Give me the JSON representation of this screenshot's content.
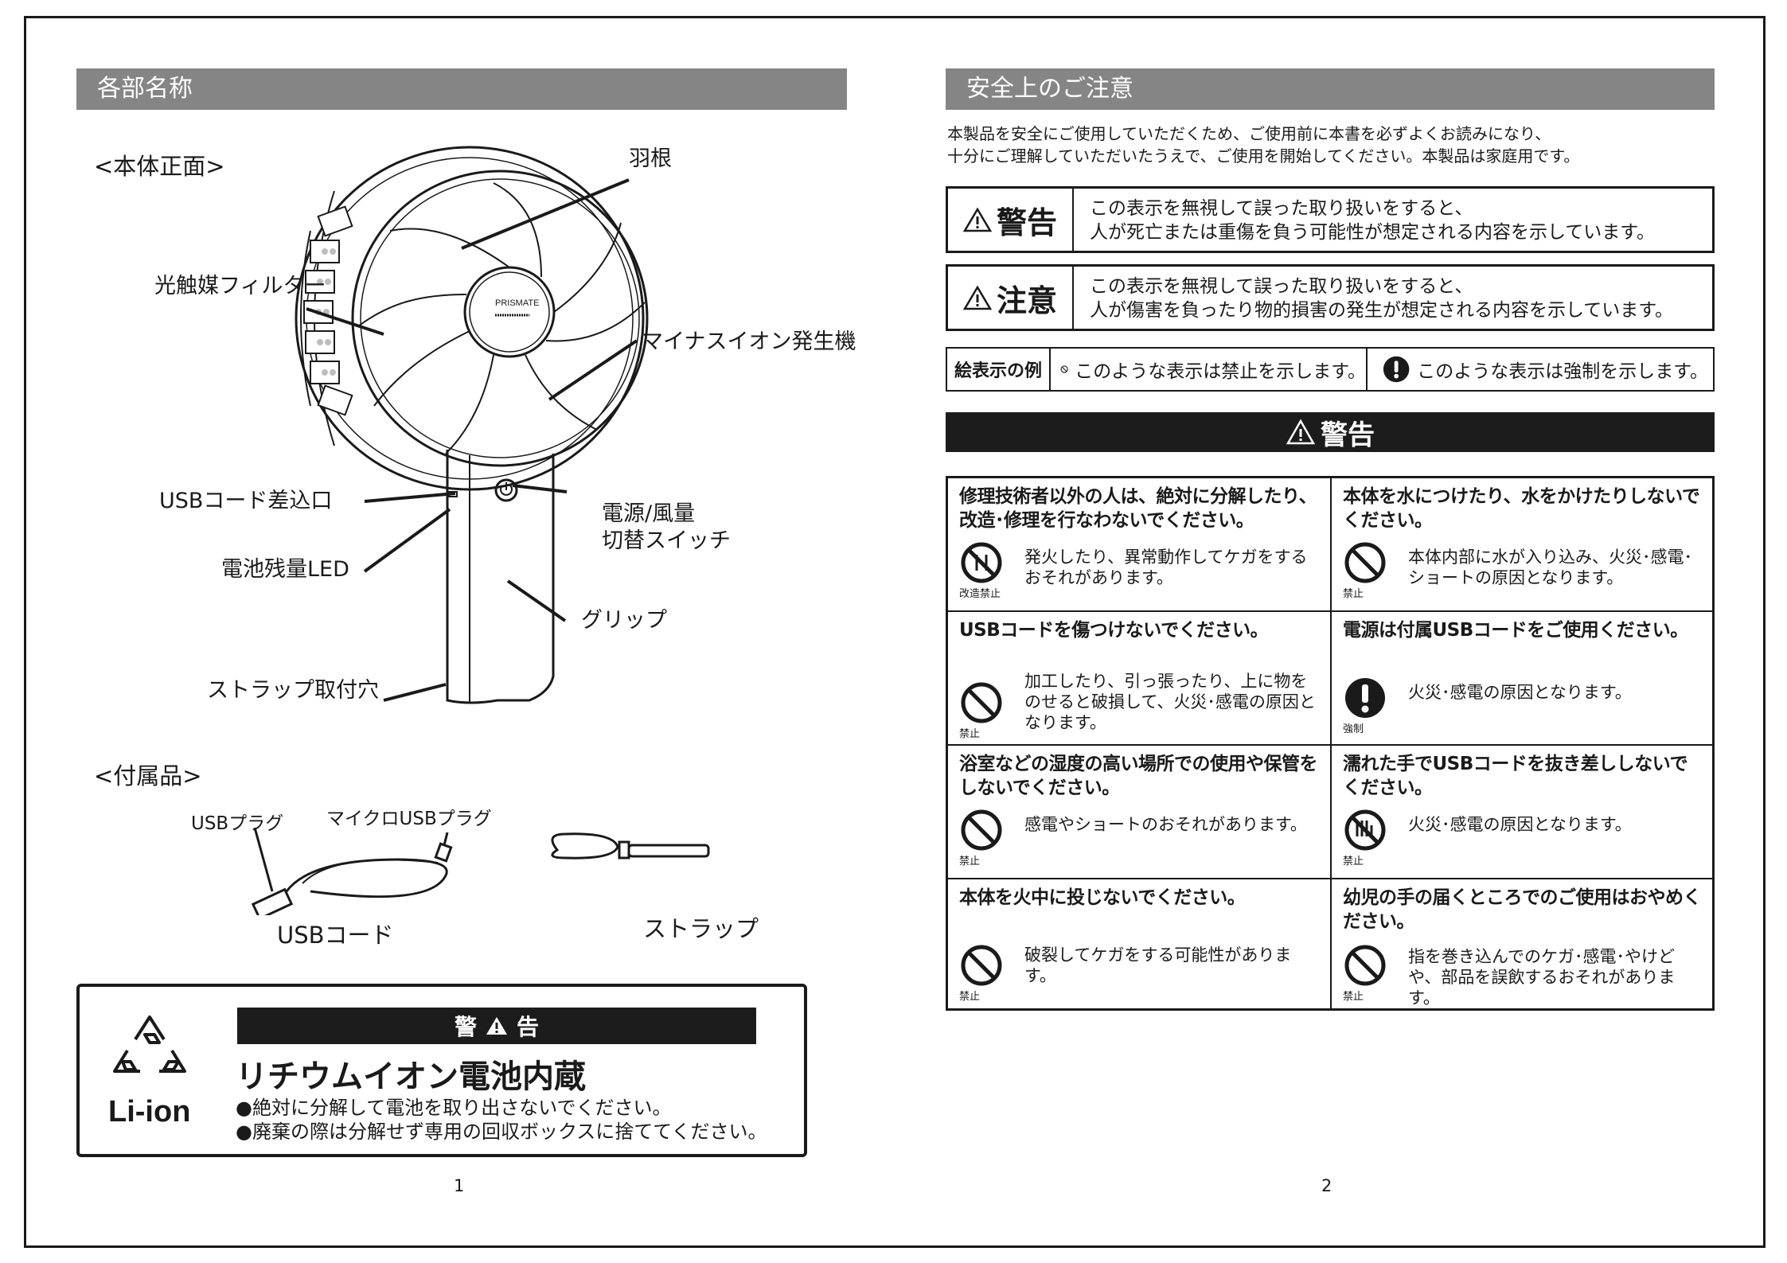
{
  "left_page": {
    "section_title": "各部名称",
    "front_heading": "<本体正面>",
    "labels": {
      "blade": "羽根",
      "filter": "光触媒フィルター",
      "ion": "マイナスイオン発生機",
      "usb_port": "USBコード差込口",
      "power_line1": "電源/風量",
      "power_line2": "切替スイッチ",
      "battery_led": "電池残量LED",
      "grip": "グリップ",
      "strap_hole": "ストラップ取付穴"
    },
    "brand_mark": "PRISMATE",
    "accessories_heading": "<付属品>",
    "accessories": {
      "usb_plug": "USBプラグ",
      "micro_usb_plug": "マイクロUSBプラグ",
      "usb_cord": "USBコード",
      "strap": "ストラップ"
    },
    "battery_box": {
      "banner_left": "警",
      "banner_right": "告",
      "title": "リチウムイオン電池内蔵",
      "line1": "●絶対に分解して電池を取り出さないでください。",
      "line2": "●廃棄の際は分解せず専用の回収ボックスに捨ててください。",
      "recycle_label": "Li-ion"
    },
    "page_number": "1"
  },
  "right_page": {
    "section_title": "安全上のご注意",
    "intro_line1": "本製品を安全にご使用していただくため、ご使用前に本書を必ずよくお読みになり、",
    "intro_line2": "十分にご理解していただいたうえで、ご使用を開始してください。本製品は家庭用です。",
    "warning_box": {
      "tag": "警告",
      "line1": "この表示を無視して誤った取り扱いをすると、",
      "line2": "人が死亡または重傷を負う可能性が想定される内容を示しています。"
    },
    "caution_box": {
      "tag": "注意",
      "line1": "この表示を無視して誤った取り扱いをすると、",
      "line2": "人が傷害を負ったり物的損害の発生が想定される内容を示しています。"
    },
    "examples": {
      "label": "絵表示の例",
      "prohibit": "このような表示は禁止を示します。",
      "mandatory": "このような表示は強制を示します。"
    },
    "banner": "警告",
    "cells": [
      {
        "title": "修理技術者以外の人は、絶対に分解したり、改造･修理を行なわないでください。",
        "desc": "発火したり、異常動作してケガをするおそれがあります。",
        "icon": "no-disassembly-icon",
        "caption": "改造禁止"
      },
      {
        "title": "本体を水につけたり、水をかけたりしないでください。",
        "desc": "本体内部に水が入り込み、火災･感電･ショートの原因となります。",
        "icon": "prohibition-icon",
        "caption": "禁止"
      },
      {
        "title": "USBコードを傷つけないでください。",
        "desc": "加工したり、引っ張ったり、上に物をのせると破損して、火災･感電の原因となります。",
        "icon": "prohibition-icon",
        "caption": "禁止"
      },
      {
        "title": "電源は付属USBコードをご使用ください。",
        "desc": "火災･感電の原因となります。",
        "icon": "mandatory-icon",
        "caption": "強制"
      },
      {
        "title": "浴室などの湿度の高い場所での使用や保管をしないでください。",
        "desc": "感電やショートのおそれがあります。",
        "icon": "prohibition-icon",
        "caption": "禁止"
      },
      {
        "title": "濡れた手でUSBコードを抜き差ししないでください。",
        "desc": "火災･感電の原因となります。",
        "icon": "no-wet-hands-icon",
        "caption": "禁止"
      },
      {
        "title": "本体を火中に投じないでください。",
        "desc": "破裂してケガをする可能性があります。",
        "icon": "prohibition-icon",
        "caption": "禁止"
      },
      {
        "title": "幼児の手の届くところでのご使用はおやめください。",
        "desc": "指を巻き込んでのケガ･感電･やけどや、部品を誤飲するおそれがあります。",
        "icon": "prohibition-icon",
        "caption": "禁止"
      }
    ],
    "page_number": "2"
  },
  "colors": {
    "section_header_bg": "#858585",
    "banner_bg": "#1c1c1c",
    "line": "#1a1a1a"
  }
}
